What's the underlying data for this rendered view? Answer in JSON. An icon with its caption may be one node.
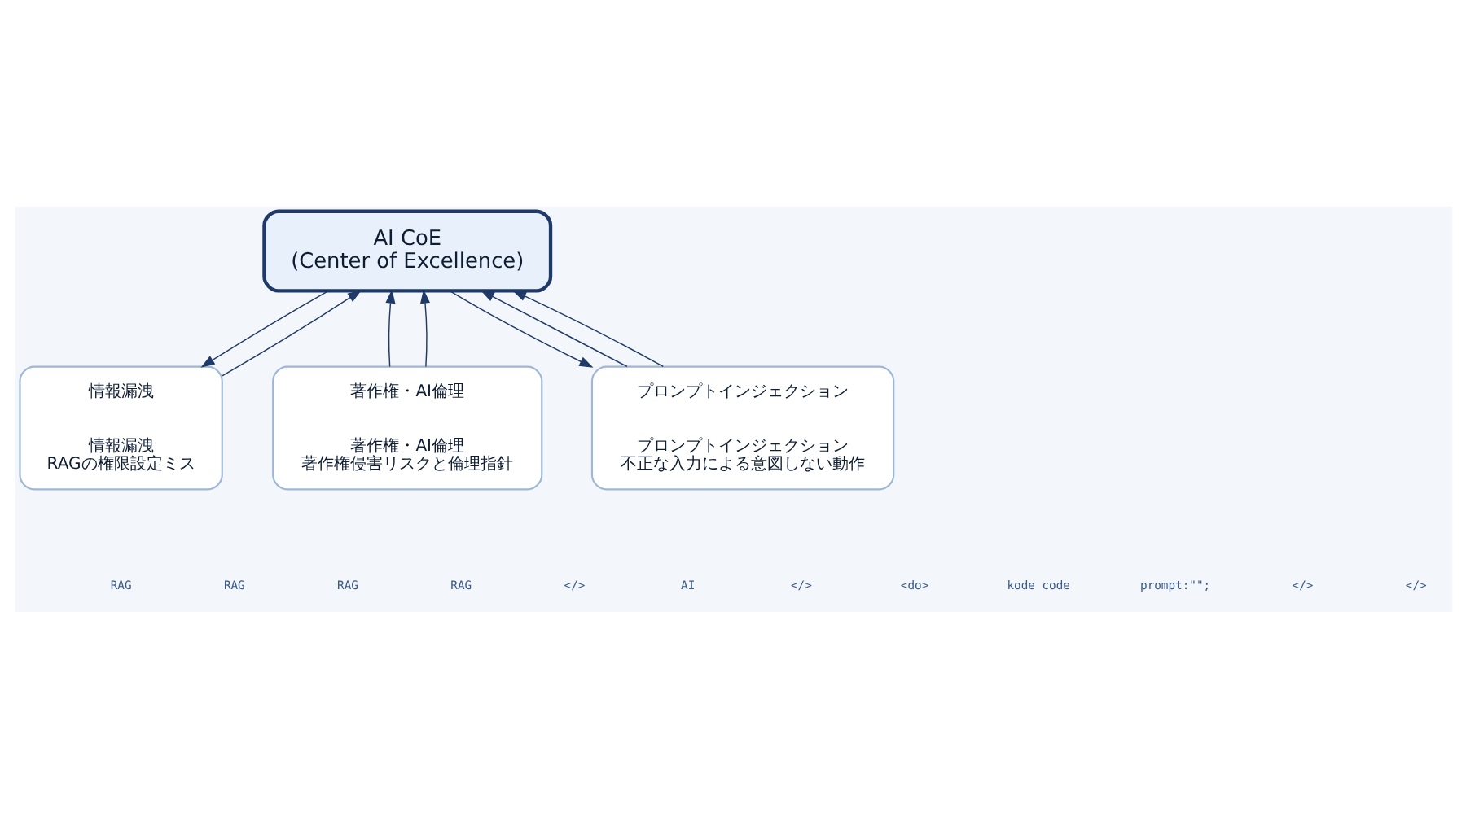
{
  "diagram": {
    "nodes": [
      {
        "text": [
          "AI CoE",
          "(Center of Excellence)"
        ]
      },
      {
        "text": [
          "情報漏洩",
          "情報漏洩",
          "RAGの権限設定ミス"
        ]
      },
      {
        "text": [
          "著作権・AI倫理",
          "著作権・AI倫理",
          "著作権侵害リスクと倫理指針"
        ]
      },
      {
        "text": [
          "プロンプトインジェクション",
          "プロンプトインジェクション",
          "不正な入力による意図しない動作"
        ]
      }
    ],
    "edges": [
      {
        "from": 0,
        "to": 1,
        "arrow": "to"
      },
      {
        "from": 1,
        "to": 0,
        "arrow": "to"
      },
      {
        "from": 2,
        "to": 0,
        "arrow": "to"
      },
      {
        "from": 2,
        "to": 0,
        "arrow": "to"
      },
      {
        "from": 3,
        "to": 0,
        "arrow": "to"
      },
      {
        "from": 3,
        "to": 0,
        "arrow": "to"
      },
      {
        "from": 0,
        "to": 3,
        "arrow": "to"
      }
    ],
    "labels": [
      "RAG",
      "RAG",
      "RAG",
      "RAG",
      "</>",
      "AI",
      "</>",
      "<do>",
      "kode code",
      "prompt:\"\";",
      "</>",
      "</>"
    ]
  }
}
